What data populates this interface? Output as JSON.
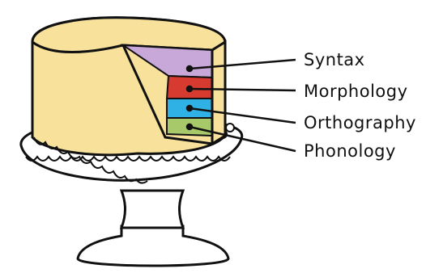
{
  "labels": {
    "syntax": "Syntax",
    "morphology": "Morphology",
    "orthography": "Orthography",
    "phonology": "Phonology"
  },
  "colors": {
    "frosting": "#f7e19b",
    "syntax_layer": "#c8a7d9",
    "morphology_layer": "#d73a2e",
    "orthography_layer": "#2fb1e5",
    "phonology_layer": "#a8c96a",
    "stand": "#ffffff",
    "outline": "#111111"
  }
}
